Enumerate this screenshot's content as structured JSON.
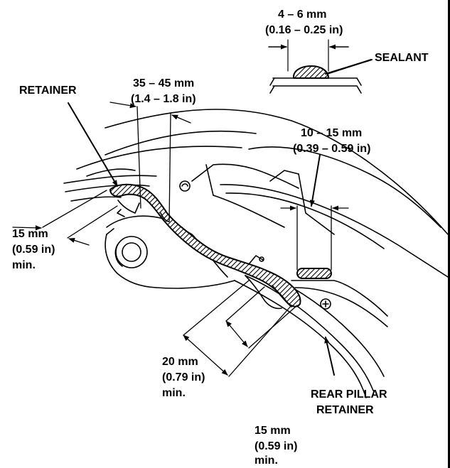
{
  "labels": {
    "sealant_width": {
      "mm": "4 – 6 mm",
      "in": "(0.16 – 0.25 in)"
    },
    "sealant": "SEALANT",
    "retainer": "RETAINER",
    "retainer_offset": {
      "mm": "35 – 45 mm",
      "in": "(1.4 – 1.8 in)"
    },
    "pillar_offset": {
      "mm": "10 – 15 mm",
      "in": "(0.39 – 0.59 in)"
    },
    "left_gap": {
      "mm": "15 mm",
      "in": "(0.59 in)",
      "min": "min."
    },
    "lower_gap": {
      "mm": "20 mm",
      "in": "(0.79 in)",
      "min": "min."
    },
    "bottom_gap": {
      "mm": "15 mm",
      "in": "(0.59 in)",
      "min": "min."
    },
    "rear_pillar_retainer": {
      "line1": "REAR PILLAR",
      "line2": "RETAINER"
    }
  },
  "colors": {
    "ink": "#000000",
    "paper": "#ffffff"
  }
}
